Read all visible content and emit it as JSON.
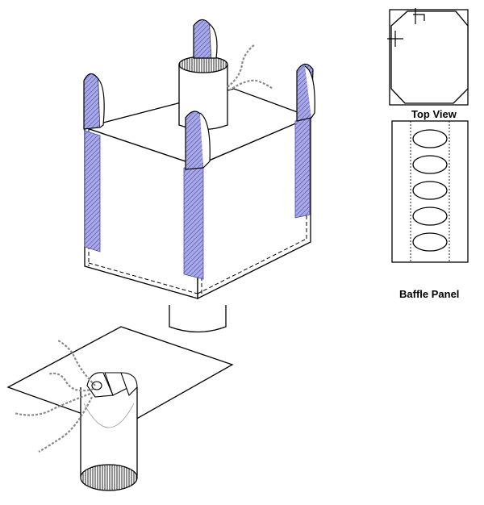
{
  "labels": {
    "top_view": "Top View",
    "baffle_panel": "Baffle Panel"
  },
  "colors": {
    "loop_fill": "#8e8ee0",
    "loop_hatch": "#4a4aa8",
    "line": "#000000",
    "cord": "#9a9a9a",
    "background": "#ffffff"
  },
  "baffle_panel": {
    "ellipse_count": 5
  }
}
